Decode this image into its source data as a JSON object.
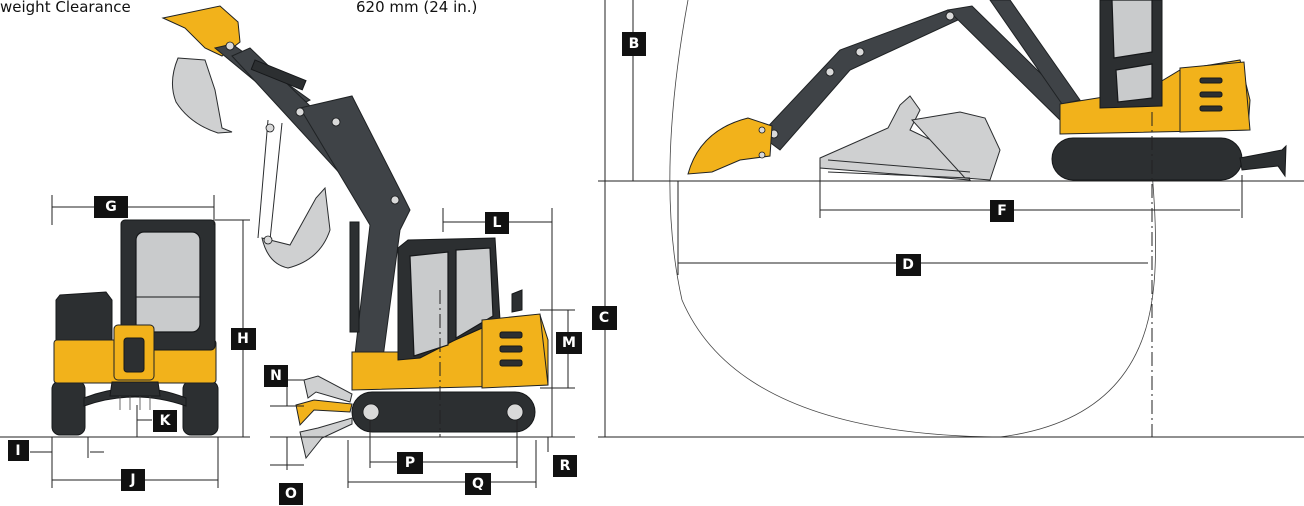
{
  "header": {
    "label": "weight Clearance",
    "value": "620 mm (24 in.)"
  },
  "dimension_labels": [
    "B",
    "C",
    "D",
    "F",
    "G",
    "H",
    "I",
    "J",
    "K",
    "L",
    "M",
    "N",
    "O",
    "P",
    "Q",
    "R"
  ],
  "colors": {
    "machine_yellow": "#f2b21b",
    "arm_gray": "#3f4347",
    "glass": "#c9cbcc",
    "label_bg": "#111111",
    "label_text": "#ffffff"
  },
  "views": [
    "front-view",
    "side-view",
    "working-range-view"
  ]
}
